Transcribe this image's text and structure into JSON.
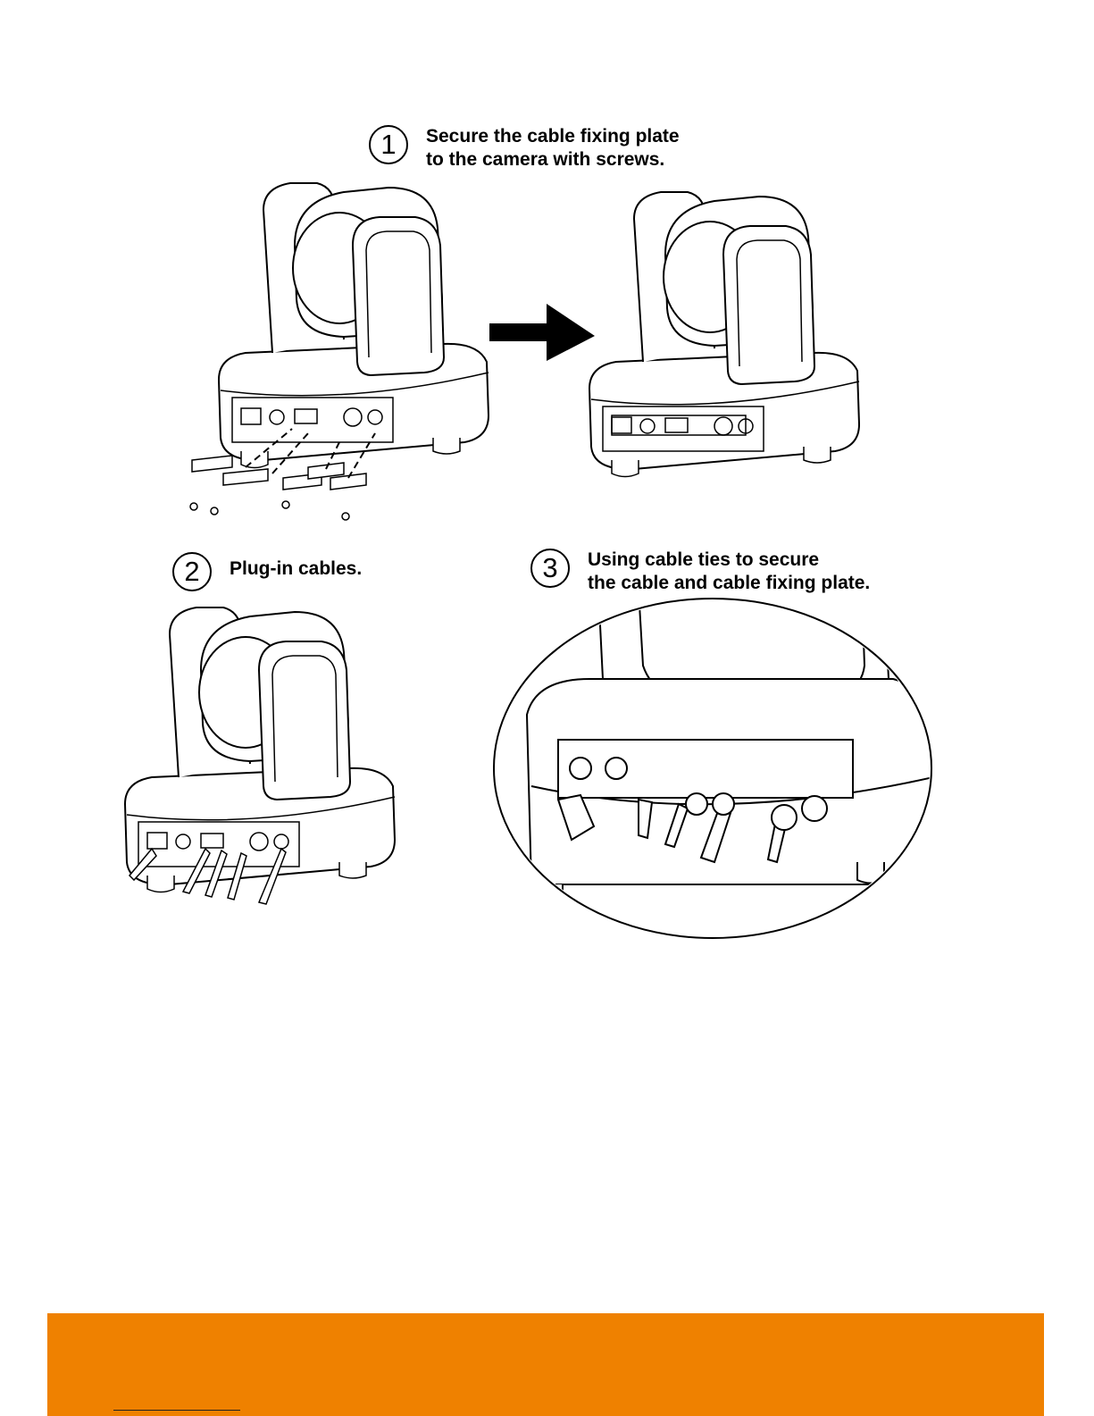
{
  "steps": [
    {
      "number": "1",
      "lines": [
        "Secure the cable fixing plate",
        "to the camera with screws."
      ]
    },
    {
      "number": "2",
      "lines": [
        "Plug-in cables."
      ]
    },
    {
      "number": "3",
      "lines": [
        "Using cable ties to secure",
        "the cable and cable fixing plate."
      ]
    }
  ],
  "colors": {
    "footer_bar": "#ef8100",
    "line_art": "#000000"
  },
  "illustrations": [
    {
      "name": "camera-with-fixing-plate-parts",
      "step": "1"
    },
    {
      "name": "camera-with-plate-installed",
      "step": "1"
    },
    {
      "name": "camera-with-cables-plugged",
      "step": "2"
    },
    {
      "name": "cable-ties-detail-zoom",
      "step": "3"
    }
  ]
}
